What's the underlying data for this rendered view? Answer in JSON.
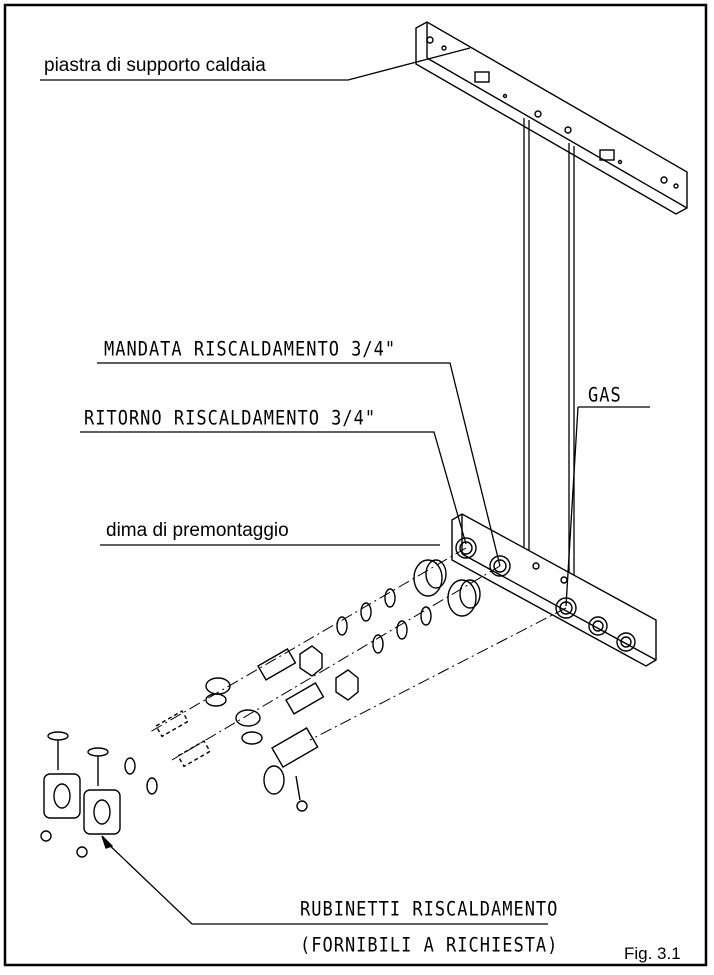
{
  "labels": {
    "boiler_plate": "piastra di supporto caldaia",
    "heating_flow": "MANDATA RISCALDAMENTO 3/4\"",
    "heating_return": "RITORNO RISCALDAMENTO 3/4\"",
    "gas": "GAS",
    "template": "dima di premontaggio",
    "taps_line1": "RUBINETTI RISCALDAMENTO",
    "taps_line2": "(FORNIBILI A RICHIESTA)",
    "figure": "Fig. 3.1"
  },
  "colors": {
    "line": "#000000",
    "background": "#ffffff"
  }
}
